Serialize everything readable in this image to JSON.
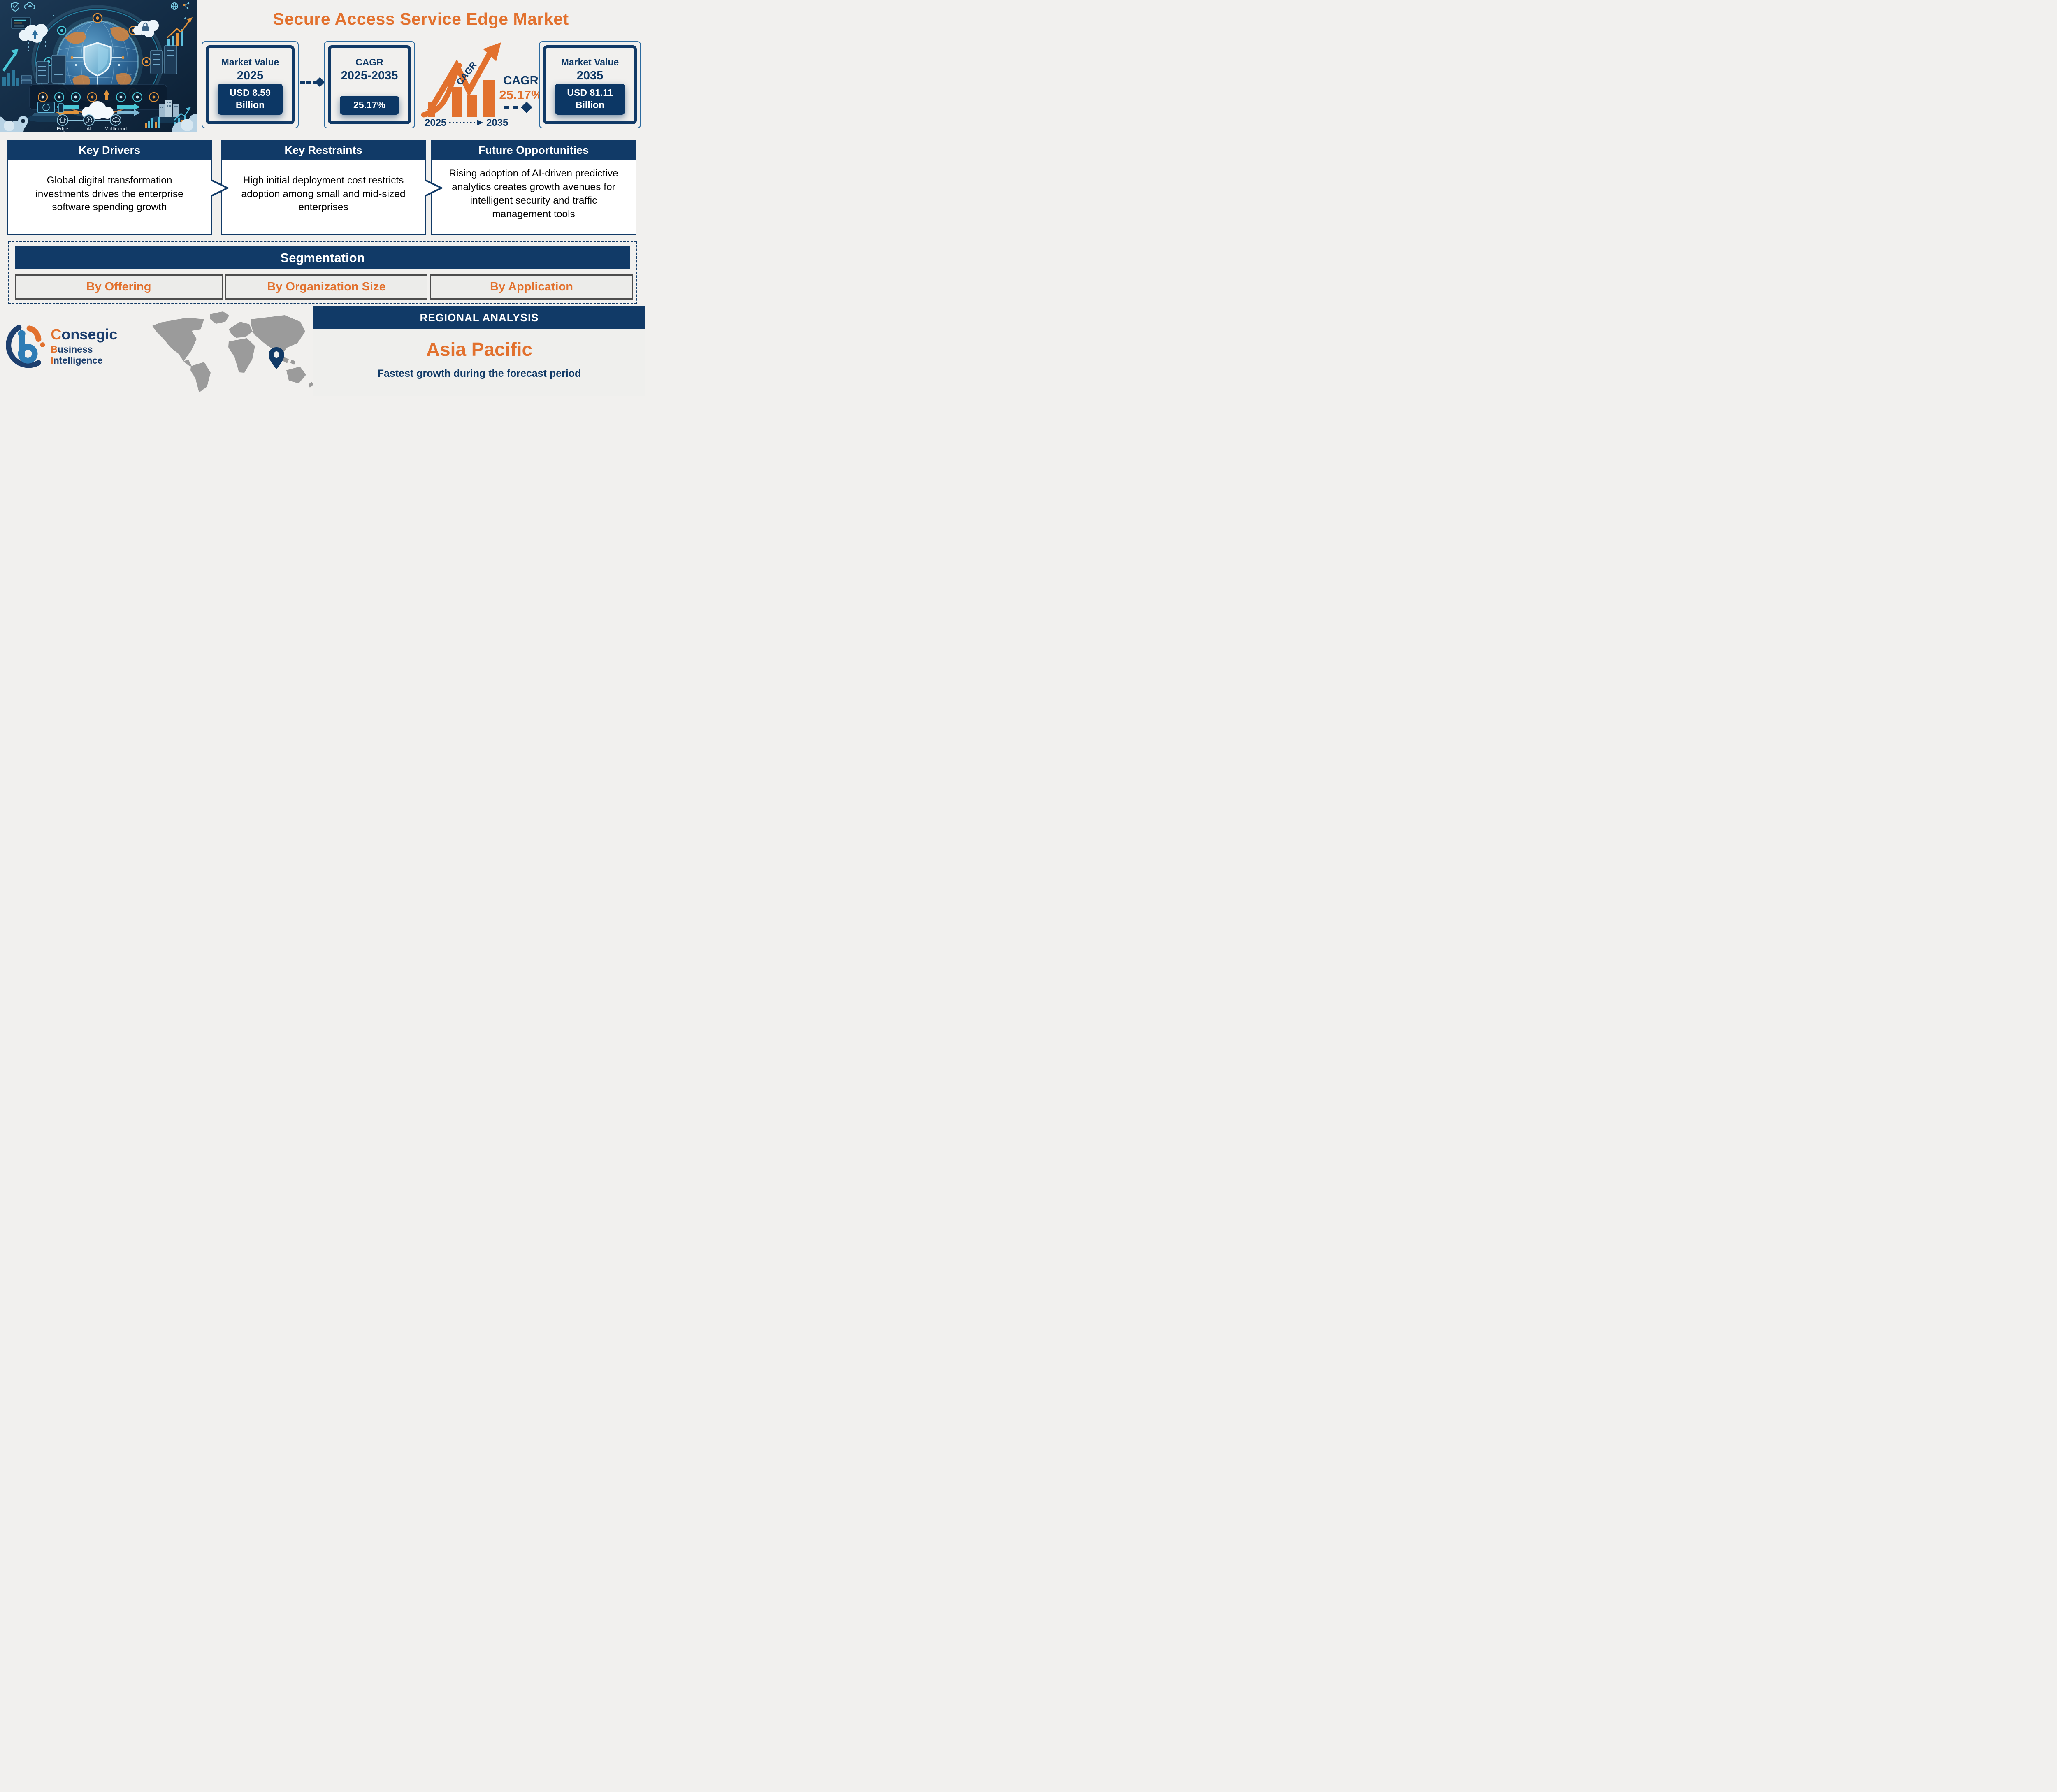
{
  "title": "Secure Access Service Edge Market",
  "hero": {
    "labels": [
      "Edge",
      "AI",
      "Multicloud"
    ]
  },
  "stats": {
    "box2025": {
      "title": "Market Value",
      "year": "2025",
      "value_line1": "USD 8.59",
      "value_line2": "Billion"
    },
    "cagr": {
      "title": "CAGR",
      "range": "2025-2035",
      "value": "25.17%"
    },
    "growth_chart": {
      "arrow_label": "CAGR",
      "cagr_label": "CAGR",
      "cagr_value": "25.17%",
      "start_year": "2025",
      "end_year": "2035"
    },
    "box2035": {
      "title": "Market Value",
      "year": "2035",
      "value_line1": "USD 81.11",
      "value_line2": "Billion"
    }
  },
  "key_sections": [
    {
      "title": "Key Drivers",
      "body": "Global digital transformation investments drives the enterprise software spending growth"
    },
    {
      "title": "Key Restraints",
      "body": "High initial deployment cost restricts adoption among small and mid-sized enterprises"
    },
    {
      "title": "Future Opportunities",
      "body": "Rising adoption of AI-driven predictive analytics creates growth avenues for intelligent security and traffic management tools"
    }
  ],
  "segmentation": {
    "title": "Segmentation",
    "items": [
      {
        "label": "By Offering"
      },
      {
        "label": "By Organization Size"
      },
      {
        "label": "By Application"
      }
    ]
  },
  "regional": {
    "title": "REGIONAL ANALYSIS",
    "region": "Asia Pacific",
    "subtitle": "Fastest growth during the forecast period"
  },
  "logo": {
    "word1_accent": "C",
    "word1_rest": "onsegic",
    "word2_accent": "B",
    "word2_rest": "usiness ",
    "word3_accent": "I",
    "word3_rest": "ntelligence"
  },
  "colors": {
    "navy": "#113A67",
    "navy_pill": "#0C3765",
    "outer_border_blue": "#2B6A9F",
    "orange": "#E2712E",
    "background": "#F1F0EE",
    "map_gray": "#9B9B9B",
    "segment_bg": "#ECECEA",
    "segment_border": "#4D4D4D"
  }
}
